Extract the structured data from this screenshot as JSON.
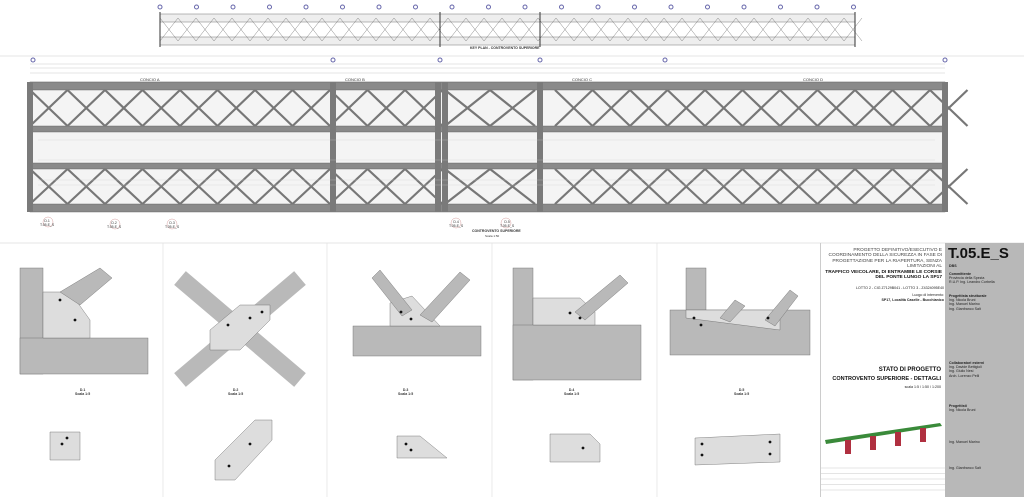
{
  "key_plan": {
    "title": "KEY PLAN - CONTROVENTO SUPERIORE",
    "axes": [
      "A",
      "B",
      "C",
      "D",
      "E",
      "F",
      "G",
      "H",
      "I",
      "J",
      "K",
      "L",
      "M",
      "N",
      "O",
      "P",
      "Q",
      "R",
      "S",
      "T"
    ]
  },
  "plan": {
    "title": "CONTROVENTO SUPERIORE",
    "scale": "Scala 1:50",
    "segments": [
      "CONCIO A",
      "CONCIO B",
      "CONCIO C",
      "CONCIO D"
    ],
    "details": [
      {
        "id": "D.1",
        "ref": "T.05.E_S"
      },
      {
        "id": "D.2",
        "ref": "T.05.E_S"
      },
      {
        "id": "D.3",
        "ref": "T.05.E_S"
      },
      {
        "id": "D.4",
        "ref": "T.05.E_S"
      },
      {
        "id": "D.5",
        "ref": "T.05.E_S"
      }
    ]
  },
  "details": [
    {
      "id": "D.1",
      "scale": "Scala 1:5"
    },
    {
      "id": "D.2",
      "scale": "Scala 1:5"
    },
    {
      "id": "D.3",
      "scale": "Scala 1:5"
    },
    {
      "id": "D.4",
      "scale": "Scala 1:5"
    },
    {
      "id": "D.5",
      "scale": "Scala 1:5"
    }
  ],
  "title_block": {
    "project_line1": "PROGETTO DEFINITIVO/ESECUTIVO E COORDINAMENTO DELLA SICUREZZA IN FASE DI PROGETTAZIONE PER LA RIAPERTURA, SENZA LIMITAZIONI AL",
    "project_line2": "TRAFFICO VEICOLARE, DI ENTRAMBE LE CORSIE DEL PONTE LUNGO LA SP17",
    "lots": "LOTTO 2 - CIG Z7129B041 - LOTTO 3 - Z4324095E40",
    "location_label": "Luogo di intervento:",
    "location": "SP17, Località Caselle - Bucchianico",
    "state": "STATO DI PROGETTO",
    "subject": "CONTROVENTO SUPERIORE - DETTAGLI",
    "scale": "scala 1:5 / 1:50 / 1:200",
    "code": "T.05.E_S",
    "code_sub": "DBS",
    "client_label": "Committente",
    "client": "Provincia della Spezia",
    "rup": "R.U.P. Ing. Leandro Corbella",
    "designers_label": "Progettista strutturale",
    "designers": [
      "Ing. Nicola Bruni",
      "Ing. Manuel Marino",
      "Ing. Gianfranco Salt"
    ],
    "collab_label": "Collaboratori esterni",
    "collab": [
      "Ing. Davide Bettigioli",
      "Ing. Giulio Nesi",
      "Arch. Lorenzo Pelli"
    ],
    "signatures_label": "Progettisti",
    "signatures": [
      "Ing. Nicola Bruni",
      "Ing. Manuel Marino",
      "Ing. Gianfranco Salt"
    ]
  }
}
